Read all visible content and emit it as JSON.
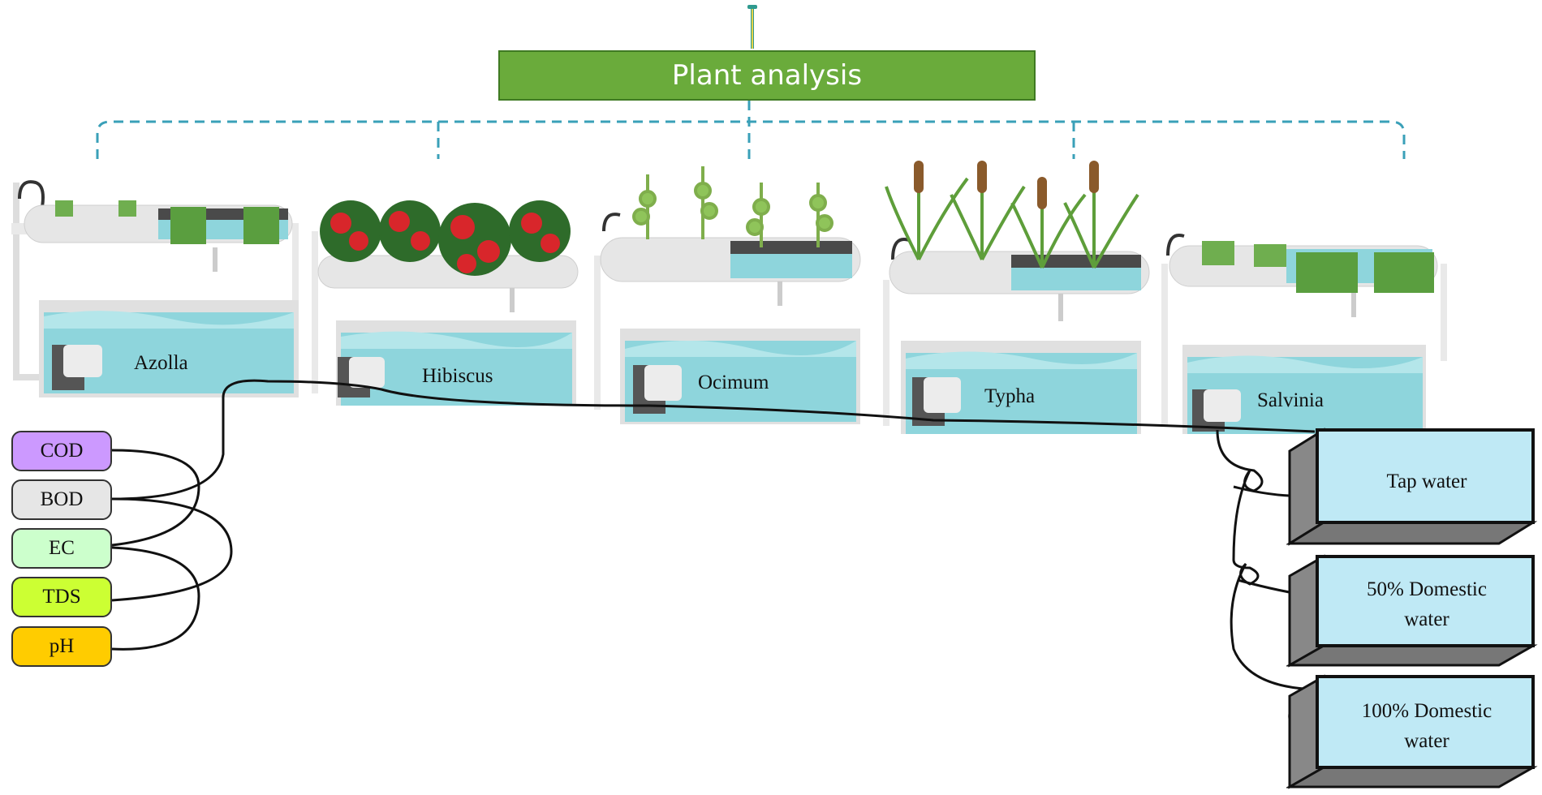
{
  "title": "Plant analysis",
  "plants": [
    {
      "label": "Azolla"
    },
    {
      "label": "Hibiscus"
    },
    {
      "label": "Ocimum"
    },
    {
      "label": "Typha"
    },
    {
      "label": "Salvinia"
    }
  ],
  "parameters": [
    {
      "label": "COD",
      "color": "#cc99ff"
    },
    {
      "label": "BOD",
      "color": "#e6e6e6"
    },
    {
      "label": "EC",
      "color": "#ccffcc"
    },
    {
      "label": "TDS",
      "color": "#ccff33"
    },
    {
      "label": "pH",
      "color": "#ffcc00"
    }
  ],
  "water_sources": [
    {
      "line1": "Tap water",
      "line2": ""
    },
    {
      "line1": "50% Domestic",
      "line2": "water"
    },
    {
      "line1": "100% Domestic",
      "line2": "water"
    }
  ],
  "colors": {
    "title_fill": "#6aab3b",
    "connector_dash": "#3aa0b8",
    "tank_water": "#8ed5dc",
    "pipe": "#e9e9e9",
    "water_box_fill": "#bfe9f5"
  }
}
